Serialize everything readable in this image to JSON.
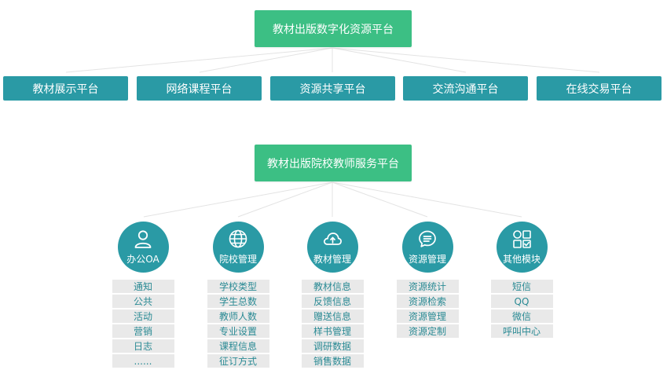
{
  "top_platform": {
    "label": "教材出版数字化资源平台"
  },
  "sub_platforms": [
    {
      "label": "教材展示平台"
    },
    {
      "label": "网络课程平台"
    },
    {
      "label": "资源共享平台"
    },
    {
      "label": "交流沟通平台"
    },
    {
      "label": "在线交易平台"
    }
  ],
  "service_platform": {
    "label": "教材出版院校教师服务平台"
  },
  "modules": [
    {
      "label": "办公OA",
      "icon": "user-icon",
      "items": [
        "通知",
        "公共",
        "活动",
        "营销",
        "日志",
        "......"
      ]
    },
    {
      "label": "院校管理",
      "icon": "globe-icon",
      "items": [
        "学校类型",
        "学生总数",
        "教师人数",
        "专业设置",
        "课程信息",
        "征订方式"
      ]
    },
    {
      "label": "教材管理",
      "icon": "cloud-upload-icon",
      "items": [
        "教材信息",
        "反馈信息",
        "赠送信息",
        "样书管理",
        "调研数据",
        "销售数据"
      ]
    },
    {
      "label": "资源管理",
      "icon": "chat-icon",
      "items": [
        "资源统计",
        "资源检索",
        "资源管理",
        "资源定制"
      ]
    },
    {
      "label": "其他模块",
      "icon": "grid-check-icon",
      "items": [
        "短信",
        "QQ",
        "微信",
        "呼叫中心"
      ]
    }
  ],
  "colors": {
    "green": "#3cbf84",
    "teal": "#2a9aa5",
    "item_bg": "#e9e9e9",
    "item_text": "#2a8a94"
  }
}
